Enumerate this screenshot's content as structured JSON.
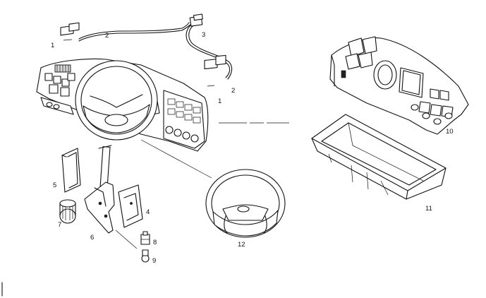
{
  "callouts": [
    {
      "id": "c1a",
      "text": "1"
    },
    {
      "id": "c2a",
      "text": "2"
    },
    {
      "id": "c3",
      "text": "3"
    },
    {
      "id": "c2b",
      "text": "2"
    },
    {
      "id": "c1b",
      "text": "1"
    },
    {
      "id": "c10",
      "text": "10"
    },
    {
      "id": "c11",
      "text": "11"
    },
    {
      "id": "c5",
      "text": "5"
    },
    {
      "id": "c7",
      "text": "7"
    },
    {
      "id": "c4",
      "text": "4"
    },
    {
      "id": "c6",
      "text": "6"
    },
    {
      "id": "c8",
      "text": "8"
    },
    {
      "id": "c9",
      "text": "9"
    },
    {
      "id": "c12",
      "text": "12"
    }
  ]
}
